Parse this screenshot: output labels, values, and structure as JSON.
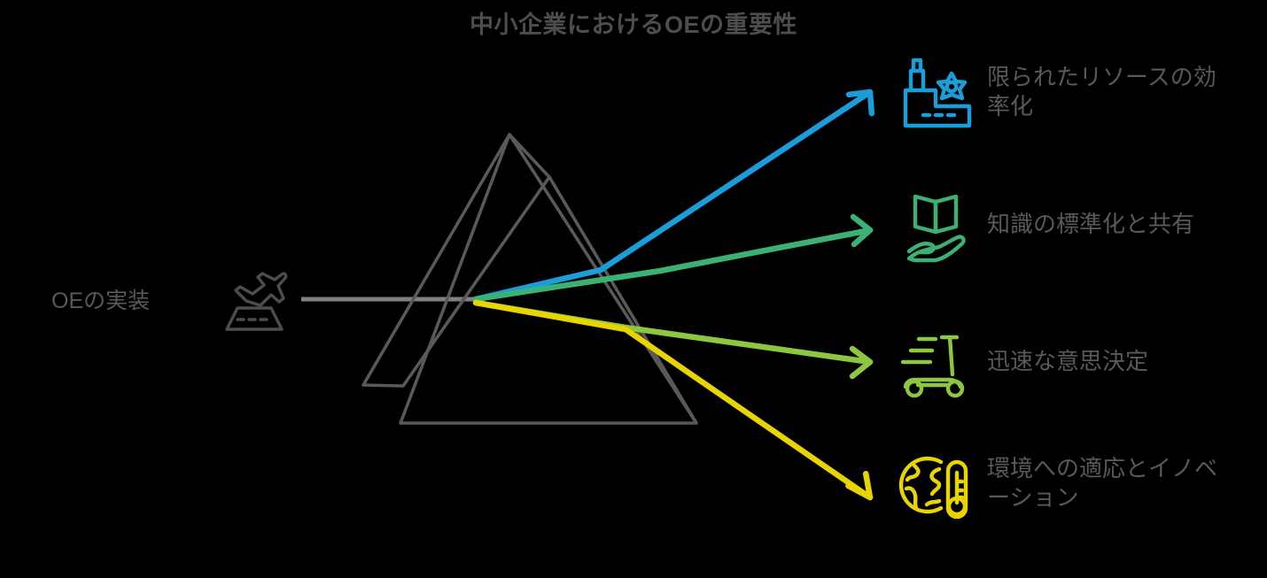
{
  "title": "中小企業におけるOEの重要性",
  "source": {
    "label": "OEの実装",
    "icon": "airplane-takeoff-icon",
    "color": "#4d4d4d"
  },
  "prism": {
    "icon": "prism-icon",
    "stroke": "#595959",
    "incoming_ray_color": "#808080"
  },
  "outputs": [
    {
      "label": "限られたリソースの効率化",
      "icon": "factory-gear-icon",
      "color": "#1B9DD9",
      "ray": "blue"
    },
    {
      "label": "知識の標準化と共有",
      "icon": "book-in-hand-icon",
      "color": "#3BB273",
      "ray": "green"
    },
    {
      "label": "迅速な意思決定",
      "icon": "scooter-icon",
      "color": "#8DC63F",
      "ray": "yellow-green"
    },
    {
      "label": "環境への適応とイノベーション",
      "icon": "globe-thermometer-icon",
      "color": "#E8D500",
      "ray": "yellow"
    }
  ],
  "colors": {
    "background": "#000000",
    "text": "#595959",
    "title": "#4d4d4d",
    "ray_blue": "#1B9DD9",
    "ray_green": "#3BB273",
    "ray_yellowgreen": "#8DC63F",
    "ray_yellow": "#E8D500",
    "prism_line": "#595959",
    "incoming_ray": "#808080"
  }
}
